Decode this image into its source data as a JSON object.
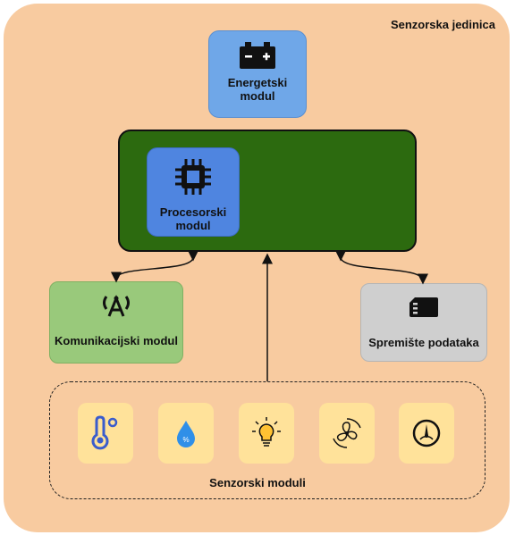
{
  "unit_title": "Senzorska jedinica",
  "energy": {
    "line1": "Energetski",
    "line2": "modul",
    "icon": "battery-icon"
  },
  "processor": {
    "line1": "Procesorski",
    "line2": "modul",
    "icon": "cpu-chip-icon"
  },
  "communication": {
    "label": "Komunikacijski modul",
    "icon": "antenna-icon"
  },
  "storage": {
    "label": "Spremište podataka",
    "icon": "sd-card-icon"
  },
  "sensors": {
    "title": "Senzorski moduli",
    "items": [
      {
        "icon": "thermometer-icon"
      },
      {
        "icon": "humidity-drop-icon"
      },
      {
        "icon": "light-bulb-icon"
      },
      {
        "icon": "fan-icon"
      },
      {
        "icon": "gauge-icon"
      }
    ]
  },
  "colors": {
    "unit_bg": "#f8cba0",
    "energy": "#6fa7e8",
    "processor_frame": "#2c6a0f",
    "processor": "#4f85e0",
    "communication": "#99c97b",
    "storage": "#cfcfcf",
    "sensor": "#ffe29a"
  }
}
